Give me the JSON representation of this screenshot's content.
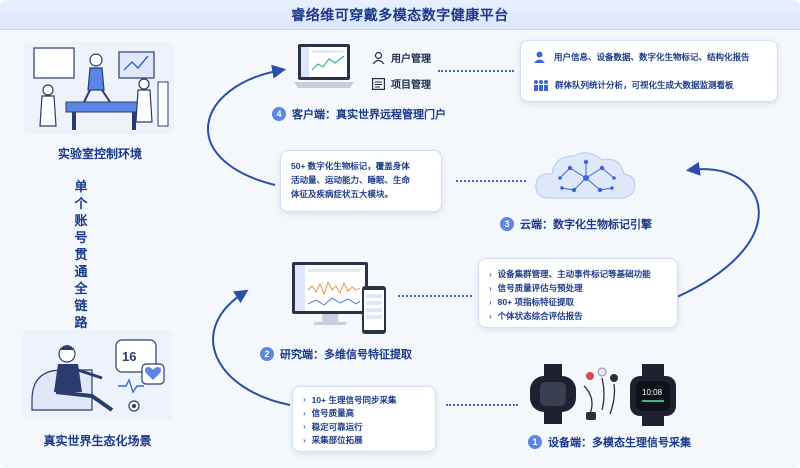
{
  "title": "睿络维可穿戴多模态数字健康平台",
  "left": {
    "lab_label": "实验室控制环境",
    "real_label": "真实世界生态化场景",
    "vertical_chars": [
      "单",
      "个",
      "账",
      "号",
      "贯",
      "通",
      "全",
      "链",
      "路"
    ],
    "watch_time": "16"
  },
  "stages": {
    "device": {
      "num": "1",
      "label": "设备端：多模态生理信号采集"
    },
    "research": {
      "num": "2",
      "label": "研究端：多维信号特征提取"
    },
    "cloud": {
      "num": "3",
      "label": "云端：数字化生物标记引擎"
    },
    "client": {
      "num": "4",
      "label": "客户端：真实世界远程管理门户"
    }
  },
  "client_menu": {
    "user_mgmt": "用户管理",
    "project_mgmt": "项目管理"
  },
  "client_box": {
    "line1": "用户信息、设备数据、数字化生物标记、结构化报告",
    "line2": "群体队列统计分析，可视化生成大数据监测看板"
  },
  "cloud_box": {
    "lines": [
      "50+ 数字化生物标记，覆盖身体",
      "活动量、运动能力、睡眠、生命",
      "体征及疾病症状五大模块。"
    ]
  },
  "research_box": {
    "items": [
      "设备集群管理、主动事件标记等基础功能",
      "信号质量评估与预处理",
      "80+ 项指标特征提取",
      "个体状态综合评估报告"
    ]
  },
  "device_box": {
    "items": [
      "10+ 生理信号同步采集",
      "信号质量高",
      "稳定可靠运行",
      "采集部位拓展"
    ]
  },
  "colors": {
    "accent": "#5b86e5",
    "title_text": "#1c3a8a",
    "dots": "#3f66c9"
  }
}
